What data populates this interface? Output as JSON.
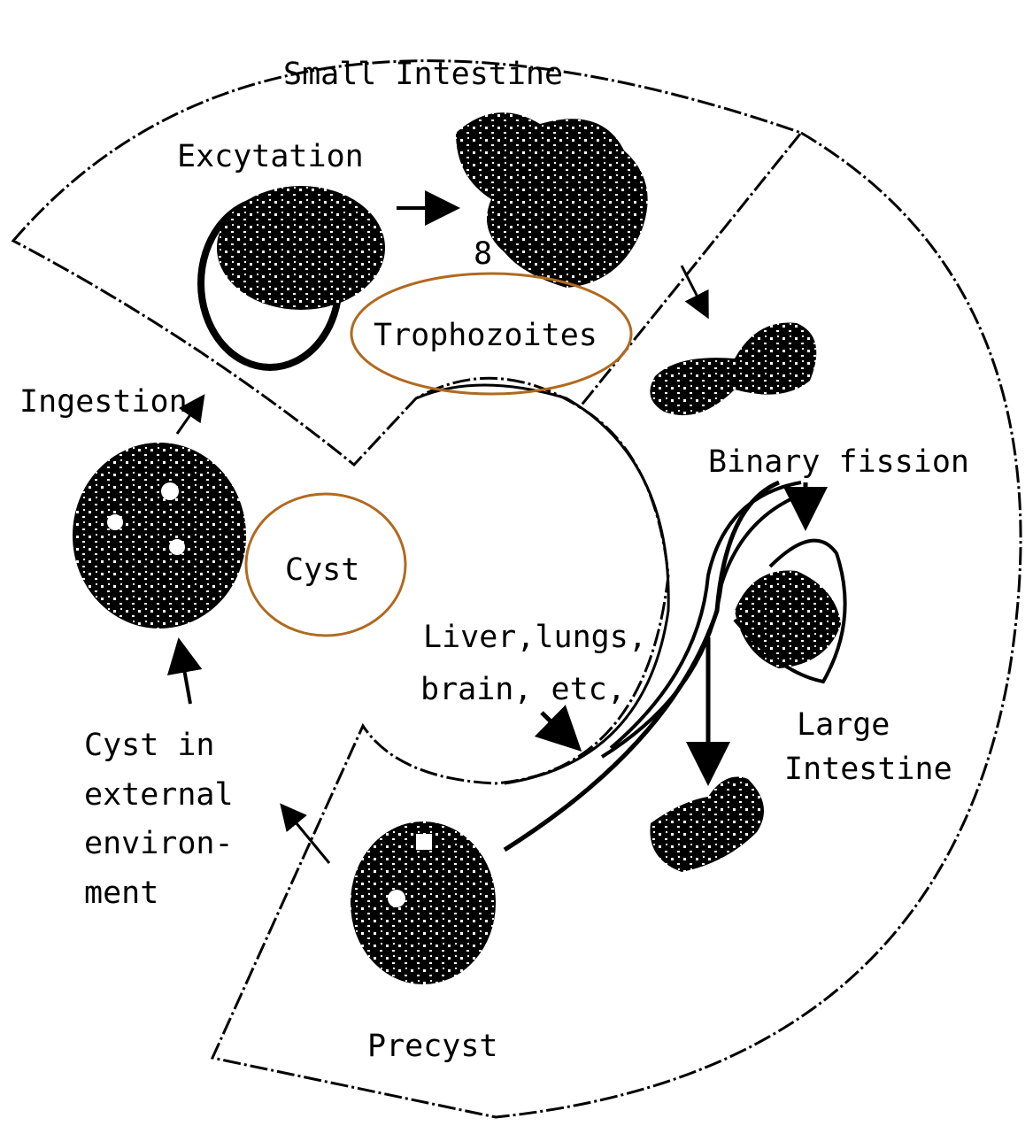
{
  "colors": {
    "ink": "#000000",
    "highlight": "#b06a1f",
    "background": "#ffffff"
  },
  "labels": {
    "small_intestine": "Small Intestine",
    "excytation": "Excytation",
    "eight": "8",
    "trophozoites": "Trophozoites",
    "ingestion": "Ingestion",
    "cyst": "Cyst",
    "binary_fission": "Binary fission",
    "liver_line1": "Liver,lungs,",
    "liver_line2": "brain, etc,",
    "large_line1": "Large",
    "large_line2": "Intestine",
    "external_line1": "Cyst in",
    "external_line2": "external",
    "external_line3": "environ-",
    "external_line4": "ment",
    "precyst": "Precyst"
  }
}
